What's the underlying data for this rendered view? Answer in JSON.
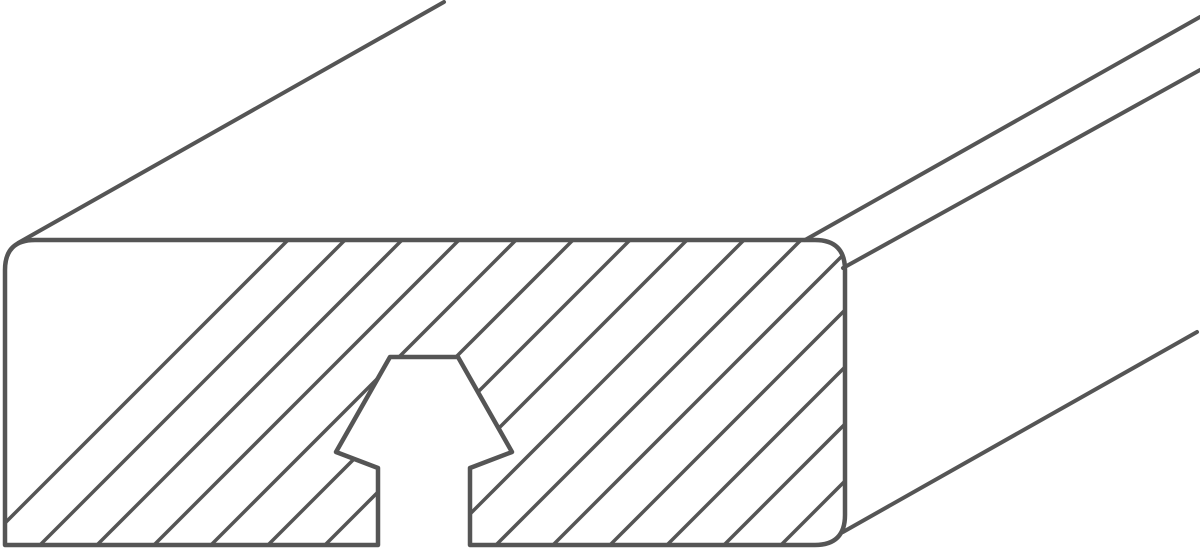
{
  "diagram": {
    "subject": "decking-board-profile",
    "cross_section_fill": "diagonal-hatch",
    "groove_shape": "dovetail-keyhole",
    "colors": {
      "stroke": "#555555",
      "background": "#ffffff"
    }
  }
}
